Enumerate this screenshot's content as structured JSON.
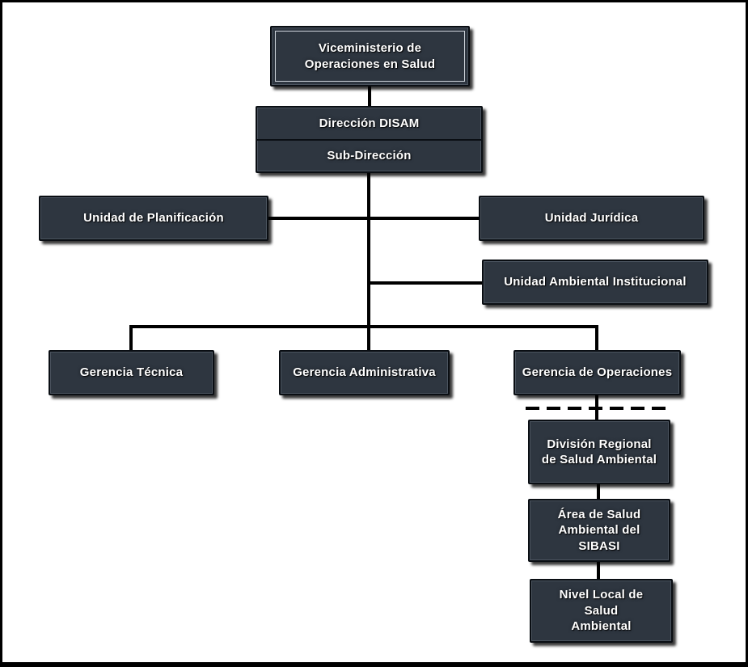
{
  "org_chart": {
    "nodes": {
      "viceministerio": {
        "label": [
          "Viceministerio de",
          "Operaciones en Salud"
        ]
      },
      "direccion_disam": {
        "label": "Dirección DISAM"
      },
      "sub_direccion": {
        "label": "Sub-Dirección"
      },
      "unidad_planificacion": {
        "label": "Unidad de Planificación"
      },
      "unidad_juridica": {
        "label": "Unidad Jurídica"
      },
      "unidad_ambiental": {
        "label": "Unidad Ambiental Institucional"
      },
      "gerencia_tecnica": {
        "label": "Gerencia Técnica"
      },
      "gerencia_administrativa": {
        "label": "Gerencia Administrativa"
      },
      "gerencia_operaciones": {
        "label": "Gerencia de Operaciones"
      },
      "division_regional": {
        "label": [
          "División Regional",
          "de Salud Ambiental"
        ]
      },
      "area_sibasi": {
        "label": [
          "Área de Salud",
          "Ambiental del",
          "SIBASI"
        ]
      },
      "nivel_local": {
        "label": [
          "Nivel Local de",
          "Salud",
          "Ambiental"
        ]
      }
    },
    "colors": {
      "box_fill": "#2e3640",
      "box_border": "#0a0e13",
      "inner_outline": "#cdd3da",
      "text": "#ffffff",
      "connector": "#000000",
      "background": "#ffffff"
    }
  }
}
